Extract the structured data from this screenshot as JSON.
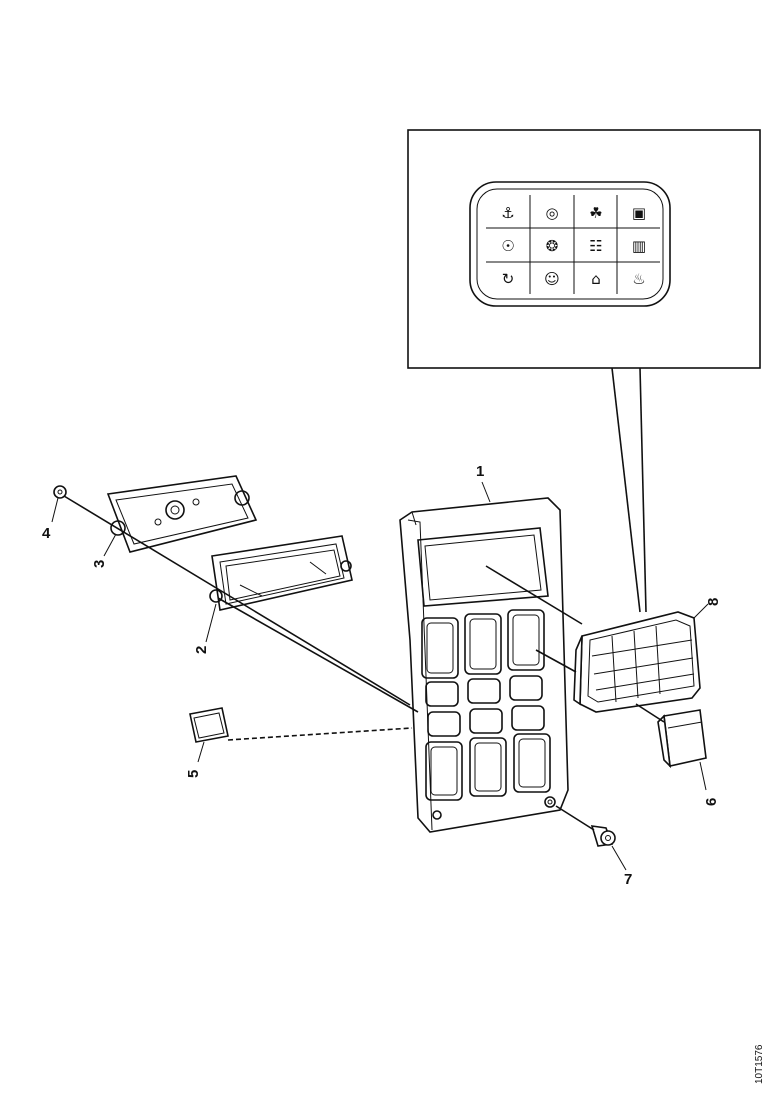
{
  "callouts": {
    "c1": "1",
    "c2": "2",
    "c3": "3",
    "c4": "4",
    "c5": "5",
    "c6": "6",
    "c7": "7",
    "c8": "8"
  },
  "drawing_ref": "10T1576",
  "detail_icons": [
    "axle-lift-icon",
    "brake-icon",
    "trailer-icon",
    "truck-icon",
    "differential-lock-icon",
    "retarder-icon",
    "seat-icon",
    "ebs-icon",
    "cruise-icon",
    "driver-icon",
    "cab-icon",
    "exhaust-brake-icon"
  ]
}
